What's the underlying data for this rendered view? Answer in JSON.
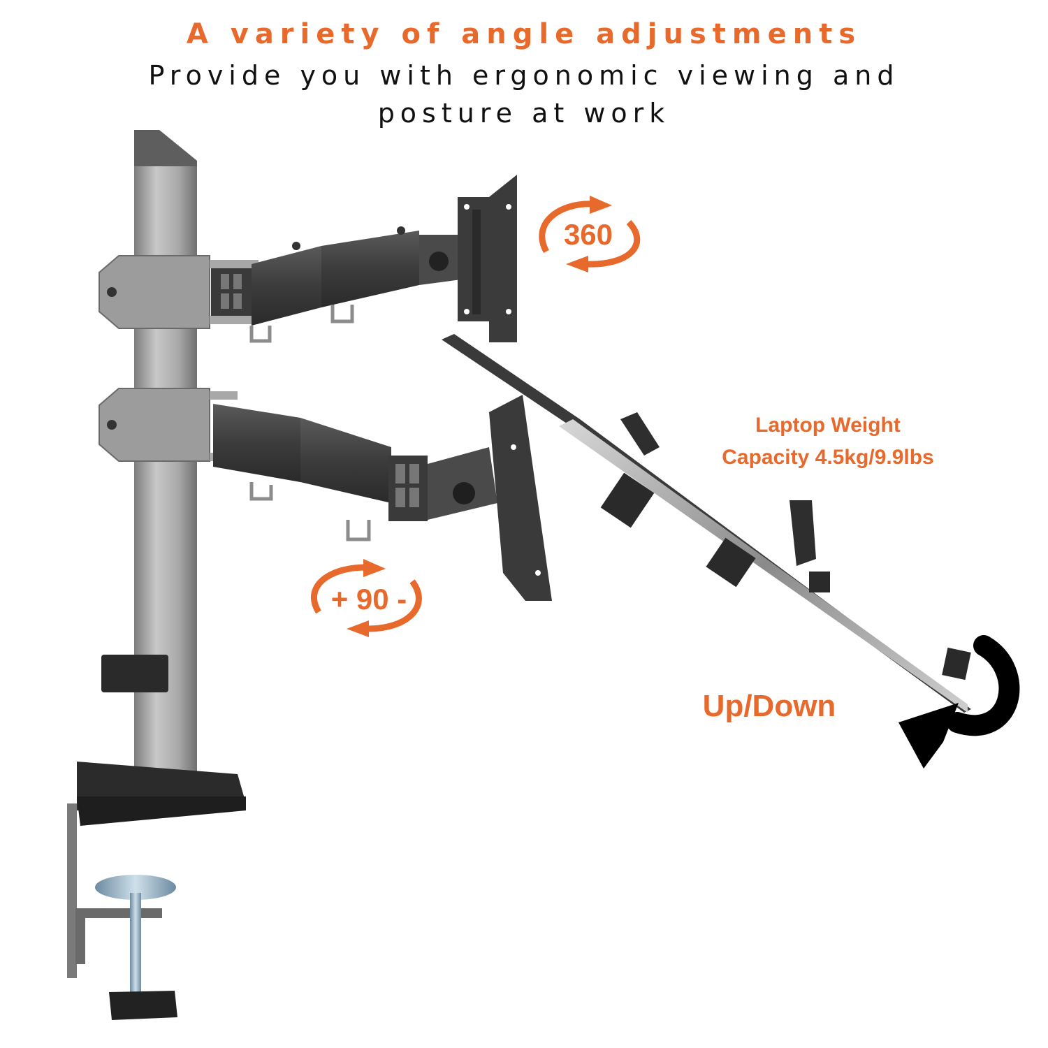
{
  "header": {
    "headline": "A variety of angle adjustments",
    "subline_1": "Provide you with ergonomic viewing and",
    "subline_2": "posture at work"
  },
  "badges": {
    "rotation_360": {
      "label": "360",
      "icon": "circular-rotate-arrows-icon"
    },
    "tilt_90": {
      "label": "+ 90 -",
      "icon": "circular-rotate-arrows-icon"
    }
  },
  "callouts": {
    "laptop_weight_line_1": "Laptop Weight",
    "laptop_weight_line_2": "Capacity 4.5kg/9.9lbs",
    "up_down": "Up/Down",
    "up_down_icon": "curved-arrow-down-left-icon"
  },
  "colors": {
    "accent": "#e8692c",
    "text_dark": "#111111",
    "pole_silver": "#9a9a9a",
    "arm_dark": "#3a3a3a",
    "background": "#ffffff"
  }
}
